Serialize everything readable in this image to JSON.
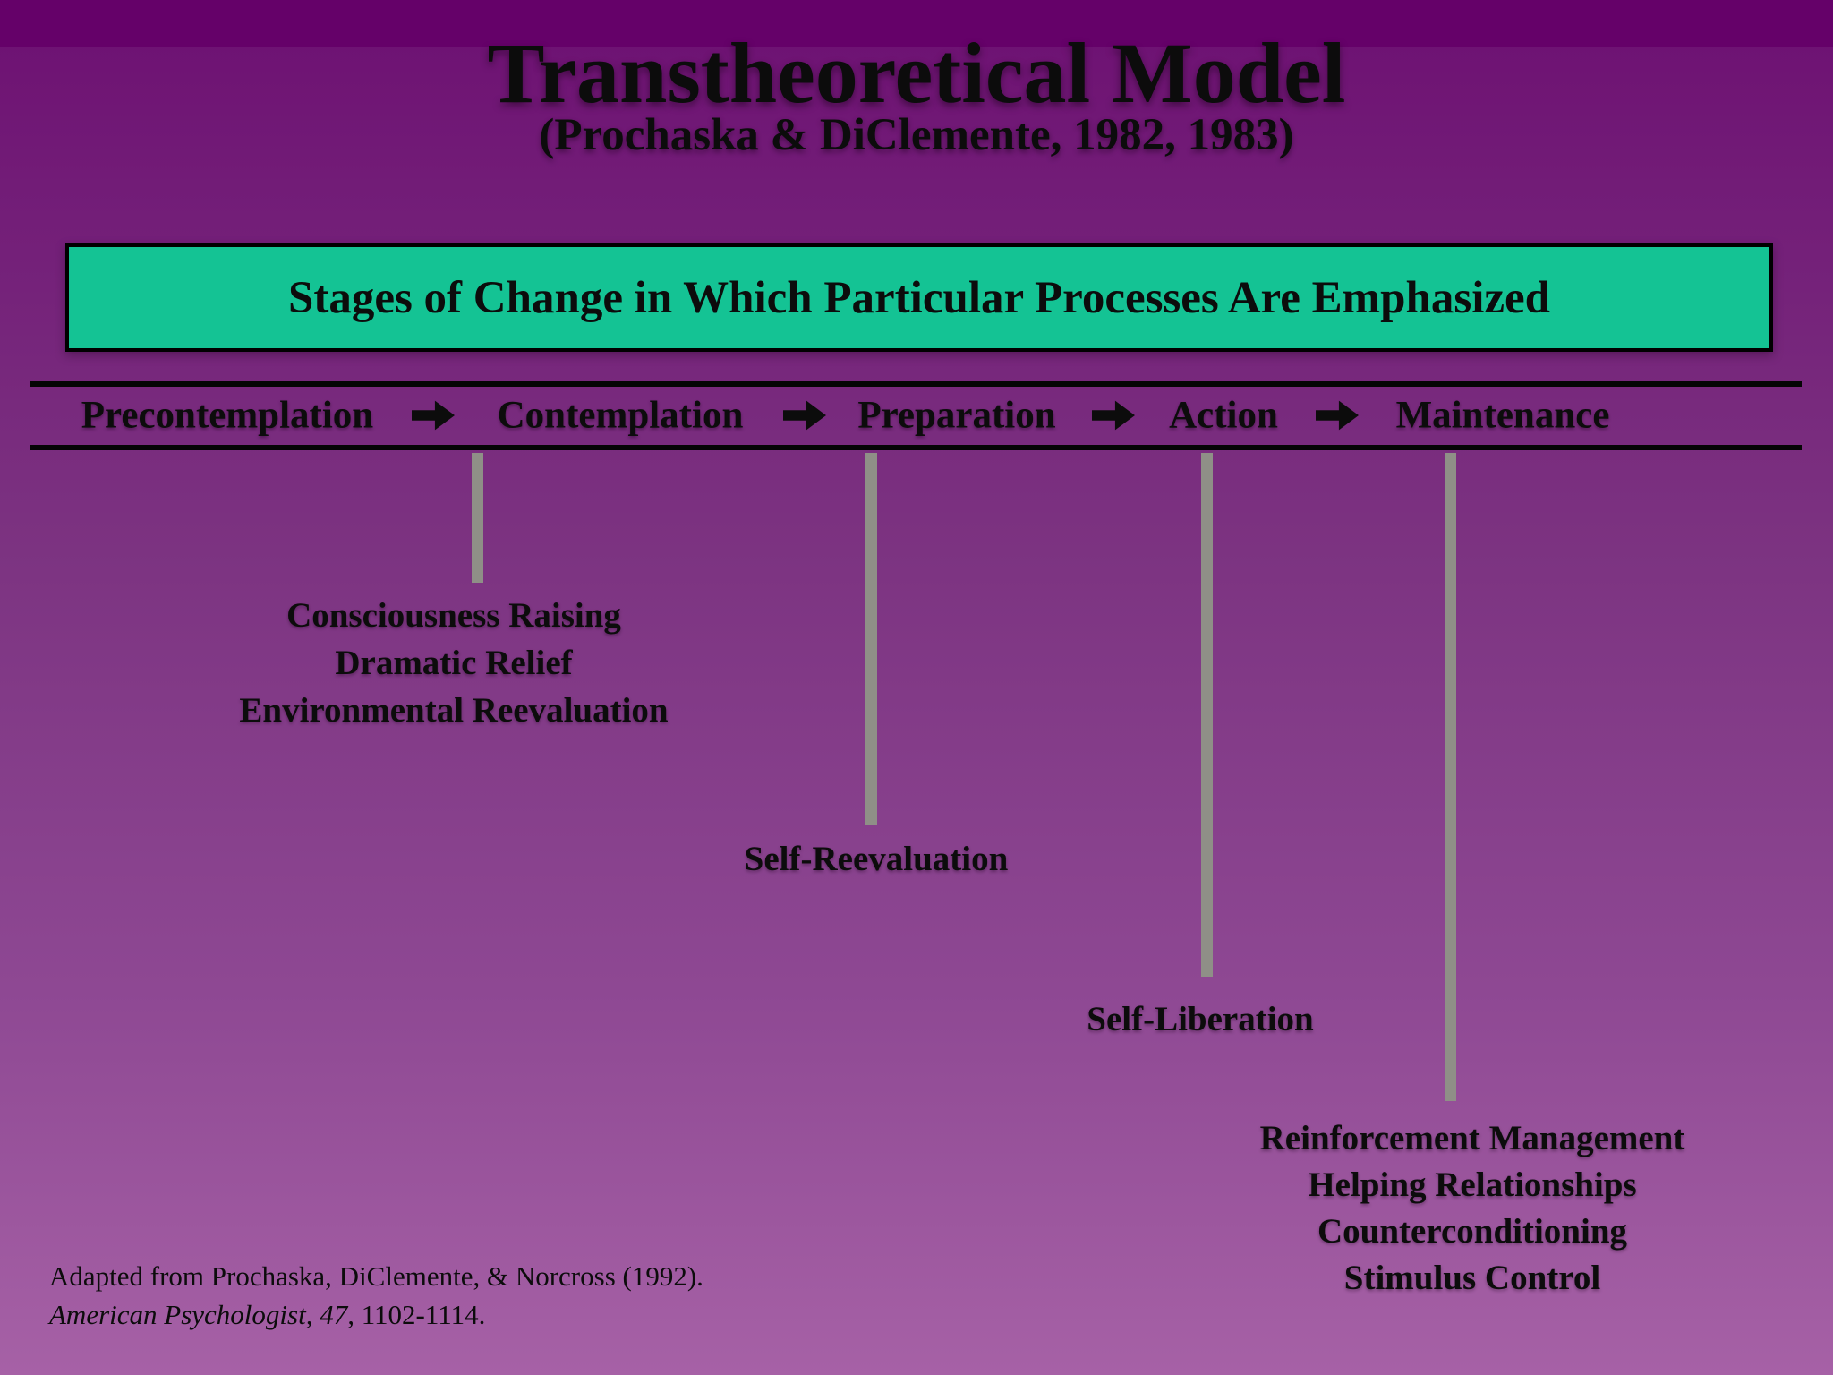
{
  "slide": {
    "title": "Transtheoretical Model",
    "subtitle": "(Prochaska & DiClemente, 1982, 1983)",
    "banner": "Stages of Change in Which Particular Processes Are Emphasized"
  },
  "stages": [
    "Precontemplation",
    "Contemplation",
    "Preparation",
    "Action",
    "Maintenance"
  ],
  "processes": {
    "contemplation": [
      "Consciousness Raising",
      "Dramatic Relief",
      "Environmental Reevaluation"
    ],
    "preparation": [
      "Self-Reevaluation"
    ],
    "action": [
      "Self-Liberation"
    ],
    "maintenance": [
      "Reinforcement Management",
      "Helping Relationships",
      "Counterconditioning",
      "Stimulus Control"
    ]
  },
  "citation": {
    "line1": "Adapted from Prochaska, DiClemente, & Norcross (1992).",
    "line2_italic": "American Psychologist, 47,",
    "line2_regular": " 1102-1114."
  },
  "colors": {
    "banner_fill": "#14c394",
    "connector_gray": "#8f8f87",
    "background_top": "#650169",
    "background_bottom": "#a661a6",
    "text": "#0c0c0c"
  }
}
